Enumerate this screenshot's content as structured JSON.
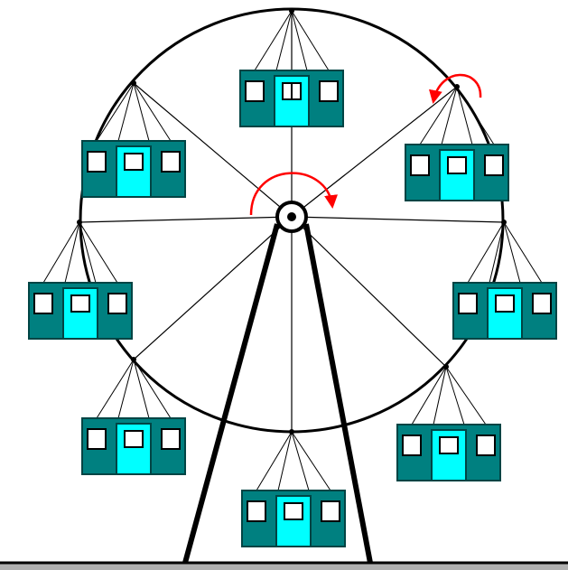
{
  "diagram": {
    "type": "ferris-wheel",
    "spoke_count": 8,
    "gondola_count": 8,
    "rotation_arrows": 2,
    "colors": {
      "background": "#ffffff",
      "structure": "#000000",
      "gondola_body": "#008080",
      "gondola_door": "#00ffff",
      "gondola_window": "#ffffff",
      "gondola_outline": "#004444",
      "arrow": "#ff0000",
      "ground_shadow": "#b0b0b0"
    }
  }
}
